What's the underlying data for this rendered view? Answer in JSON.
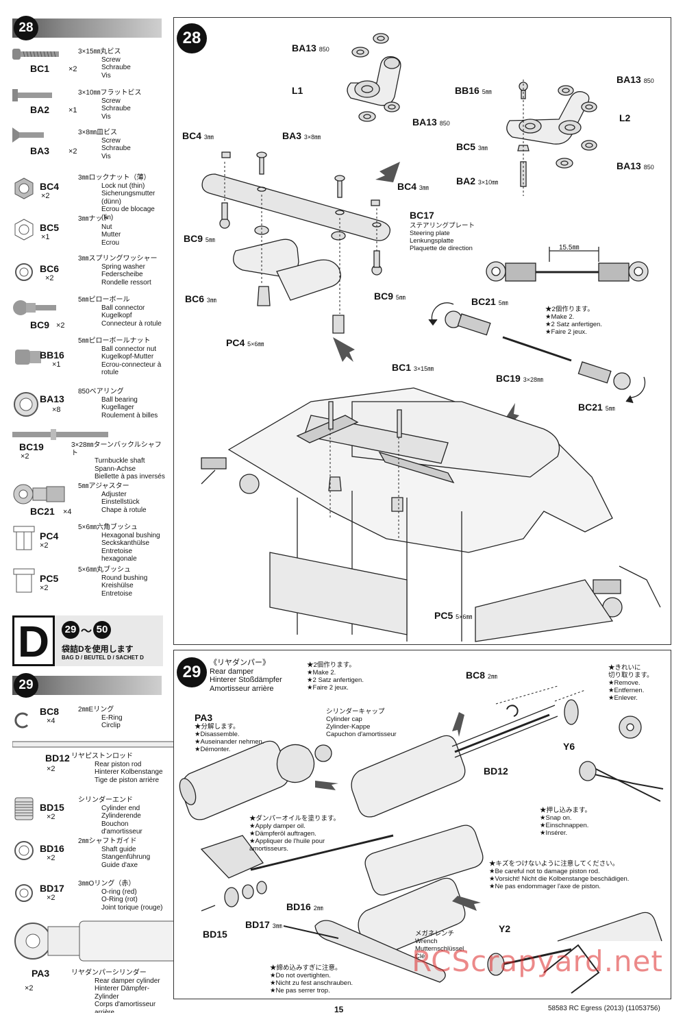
{
  "step28": {
    "number": "28",
    "parts": [
      {
        "code": "BC1",
        "qty": "×2",
        "lines": [
          "3×15㎜丸ビス",
          "Screw",
          "Schraube",
          "Vis"
        ]
      },
      {
        "code": "BA2",
        "qty": "×1",
        "lines": [
          "3×10㎜フラットビス",
          "Screw",
          "Schraube",
          "Vis"
        ]
      },
      {
        "code": "BA3",
        "qty": "×2",
        "lines": [
          "3×8㎜皿ビス",
          "Screw",
          "Schraube",
          "Vis"
        ]
      },
      {
        "code": "BC4",
        "qty": "×2",
        "lines": [
          "3㎜ロックナット（薄）",
          "Lock nut (thin)",
          "Sicherungsmutter (dünn)",
          "Ecrou de blocage (fin)"
        ]
      },
      {
        "code": "BC5",
        "qty": "×1",
        "lines": [
          "3㎜ナット",
          "Nut",
          "Mutter",
          "Ecrou"
        ]
      },
      {
        "code": "BC6",
        "qty": "×2",
        "lines": [
          "3㎜スプリングワッシャー",
          "Spring washer",
          "Federscheibe",
          "Rondelle ressort"
        ]
      },
      {
        "code": "BC9",
        "qty": "×2",
        "lines": [
          "5㎜ピローボール",
          "Ball connector",
          "Kugelkopf",
          "Connecteur à rotule"
        ]
      },
      {
        "code": "BB16",
        "qty": "×1",
        "lines": [
          "5㎜ピローボールナット",
          "Ball connector nut",
          "Kugelkopf-Mutter",
          "Ecrou-connecteur à",
          "rotule"
        ]
      },
      {
        "code": "BA13",
        "qty": "×8",
        "lines": [
          "850ベアリング",
          "Ball bearing",
          "Kugellager",
          "Roulement à billes"
        ]
      },
      {
        "code": "BC19",
        "qty": "×2",
        "lines": [
          "3×28㎜ターンバックルシャフト",
          "Turnbuckle shaft",
          "Spann-Achse",
          "Biellette à pas inversés"
        ]
      },
      {
        "code": "BC21",
        "qty": "×4",
        "lines": [
          "5㎜アジャスター",
          "Adjuster",
          "Einstellstück",
          "Chape à rotule"
        ]
      },
      {
        "code": "PC4",
        "qty": "×2",
        "lines": [
          "5×6㎜六角ブッシュ",
          "Hexagonal bushing",
          "Seckskanthülse",
          "Entretoise hexagonale"
        ]
      },
      {
        "code": "PC5",
        "qty": "×2",
        "lines": [
          "5×6㎜丸ブッシュ",
          "Round bushing",
          "Kreishülse",
          "Entretoise"
        ]
      }
    ]
  },
  "bagD": {
    "letter": "D",
    "range_from": "29",
    "range_sep": "～",
    "range_to": "50",
    "jp": "袋詰Dを使用します",
    "en": "BAG D / BEUTEL D / SACHET D"
  },
  "step29": {
    "number": "29",
    "parts": [
      {
        "code": "BC8",
        "qty": "×4",
        "lines": [
          "2㎜Eリング",
          "E-Ring",
          "Circlip"
        ]
      },
      {
        "code": "BD12",
        "qty": "×2",
        "lines": [
          "リヤピストンロッド",
          "Rear piston rod",
          "Hinterer Kolbenstange",
          "Tige de piston arrière"
        ]
      },
      {
        "code": "BD15",
        "qty": "×2",
        "lines": [
          "シリンダーエンド",
          "Cylinder end",
          "Zylinderende",
          "Bouchon d'amortisseur"
        ]
      },
      {
        "code": "BD16",
        "qty": "×2",
        "lines": [
          "2㎜シャフトガイド",
          "Shaft guide",
          "Stangenführung",
          "Guide d'axe"
        ]
      },
      {
        "code": "BD17",
        "qty": "×2",
        "lines": [
          "3㎜Oリング（赤）",
          "O-ring (red)",
          "O-Ring (rot)",
          "Joint torique (rouge)"
        ]
      },
      {
        "code": "PA3",
        "qty": "×2",
        "lines": [
          "リヤダンパーシリンダー",
          "Rear damper cylinder",
          "Hinterer Dämpfer-Zylinder",
          "Corps d'amortisseur arrière"
        ]
      }
    ]
  },
  "panel28": {
    "number": "28",
    "labels": {
      "BA13_850_a": "BA13",
      "BA13_850_a_size": "850",
      "L1": "L1",
      "BA13_850_b": "BA13",
      "BA13_850_b_size": "850",
      "BB16": "BB16",
      "BB16_size": "5㎜",
      "BA13_850_c": "BA13",
      "BA13_850_c_size": "850",
      "L2": "L2",
      "BC5": "BC5",
      "BC5_size": "3㎜",
      "BA13_850_d": "BA13",
      "BA13_850_d_size": "850",
      "BA2": "BA2",
      "BA2_size": "3×10㎜",
      "BC4_a": "BC4",
      "BC4_a_size": "3㎜",
      "BA3": "BA3",
      "BA3_size": "3×8㎜",
      "BC4_b": "BC4",
      "BC4_b_size": "3㎜",
      "BC17": "BC17",
      "BC9_a": "BC9",
      "BC9_a_size": "5㎜",
      "BC6": "BC6",
      "BC6_size": "3㎜",
      "BC9_b": "BC9",
      "BC9_b_size": "5㎜",
      "PC4": "PC4",
      "PC4_size": "5×6㎜",
      "dim": "15.5㎜",
      "BC21_a": "BC21",
      "BC21_a_size": "5㎜",
      "BC19": "BC19",
      "BC19_size": "3×28㎜",
      "BC21_b": "BC21",
      "BC21_b_size": "5㎜",
      "BC1": "BC1",
      "BC1_size": "3×15㎜",
      "PC5": "PC5",
      "PC5_size": "5×6㎜"
    },
    "bc17_lines": [
      "ステアリングプレート",
      "Steering plate",
      "Lenkungsplatte",
      "Plaquette de direction"
    ],
    "make2_lines": [
      "★2個作ります。",
      "★Make 2.",
      "★2 Satz anfertigen.",
      "★Faire 2 jeux."
    ]
  },
  "panel29": {
    "number": "29",
    "title_lines": [
      "《リヤダンパー》",
      "Rear damper",
      "Hinterer Stoßdämpfer",
      "Amortisseur arrière"
    ],
    "make2_lines": [
      "★2個作ります。",
      "★Make 2.",
      "★2 Satz anfertigen.",
      "★Faire 2 jeux."
    ],
    "labels": {
      "PA3": "PA3",
      "BC8": "BC8",
      "BC8_size": "2㎜",
      "Y6": "Y6",
      "BD12": "BD12",
      "BD16": "BD16",
      "BD16_size": "2㎜",
      "BD17": "BD17",
      "BD17_size": "3㎜",
      "BD15": "BD15",
      "Y2": "Y2"
    },
    "pa3_lines": [
      "★分解します。",
      "★Disassemble.",
      "★Auseinander nehmen.",
      "★Démonter."
    ],
    "cap_lines": [
      "シリンダーキャップ",
      "Cylinder cap",
      "Zylinder-Kappe",
      "Capuchon d'amortisseur"
    ],
    "clean_lines": [
      "★きれいに",
      "切り取ります。",
      "★Remove.",
      "★Entfernen.",
      "★Enlever."
    ],
    "snap_lines": [
      "★押し込みます。",
      "★Snap on.",
      "★Einschnappen.",
      "★Insérer."
    ],
    "oil_lines": [
      "★ダンパーオイルを塗ります。",
      "★Apply damper oil.",
      "★Dämpferöl auftragen.",
      "★Appliquer de l'huile pour",
      "amortisseurs."
    ],
    "careful_lines": [
      "★キズをつけないように注意してください。",
      "★Be careful not to damage piston rod.",
      "★Vorsicht! Nicht die Kolbenstange beschädigen.",
      "★Ne pas endommager l'axe de piston."
    ],
    "wrench_lines": [
      "メガネレンチ",
      "Wrench",
      "Mutternschlüssel",
      "Clé"
    ],
    "tight_lines": [
      "★締め込みすぎに注意。",
      "★Do not overtighten.",
      "★Nicht zu fest anschrauben.",
      "★Ne pas serrer trop."
    ]
  },
  "footer": {
    "page": "15",
    "code": "58583 RC Egress (2013) (11053756)"
  },
  "watermark": "RCScrapyard.net"
}
